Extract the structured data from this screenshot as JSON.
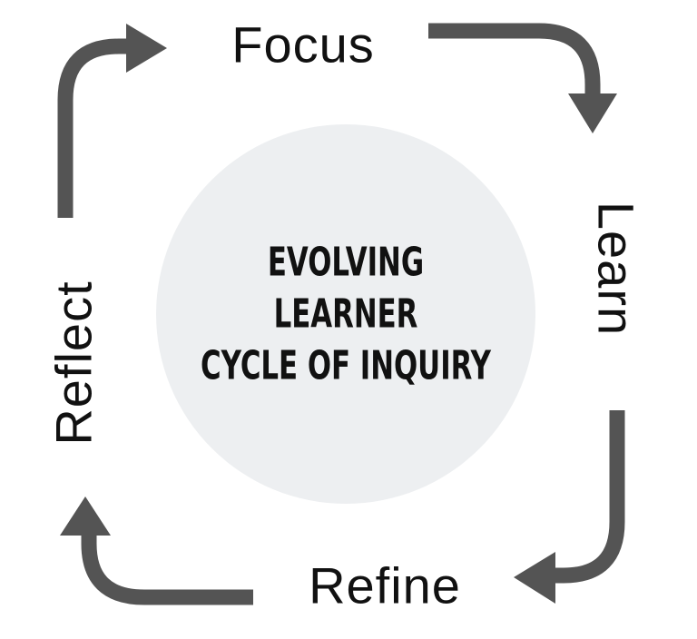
{
  "diagram": {
    "name": "evolving-learner-cycle-of-inquiry",
    "center_text": {
      "line1": "EVOLVING",
      "line2": "LEARNER",
      "line3": "CYCLE OF INQUIRY"
    },
    "stages": {
      "top": "Focus",
      "right": "Learn",
      "bottom": "Refine",
      "left": "Reflect"
    },
    "flow_direction": "clockwise"
  },
  "colors": {
    "arrow": "#545454",
    "circle_fill": "#EDEFF1",
    "label_text": "#111111",
    "center_text": "#111111",
    "background": "#FFFFFF"
  }
}
